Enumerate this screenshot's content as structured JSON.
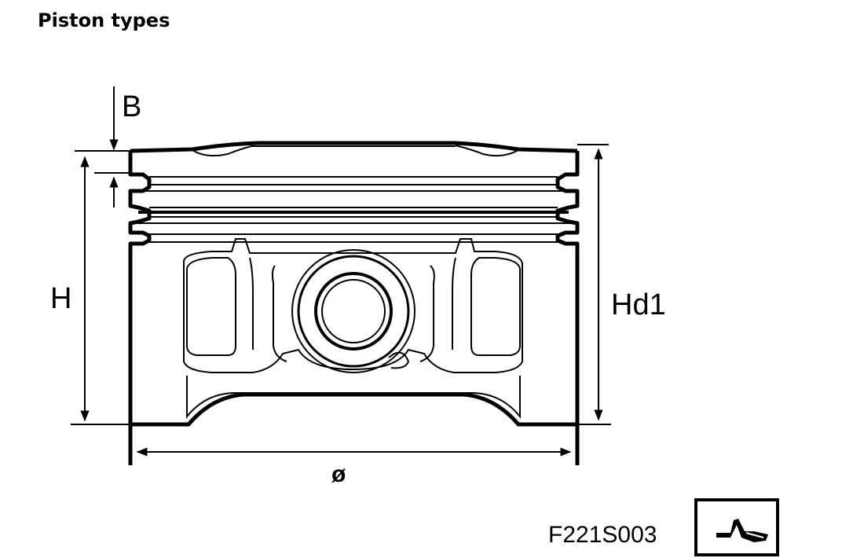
{
  "title": "Piston types",
  "labels": {
    "b": "B",
    "h": "H",
    "hd1": "Hd1",
    "diameter": "ø",
    "figure_code": "F221S003"
  },
  "icon": "wrench-hand-icon",
  "colors": {
    "line": "#000000",
    "background": "#ffffff"
  }
}
